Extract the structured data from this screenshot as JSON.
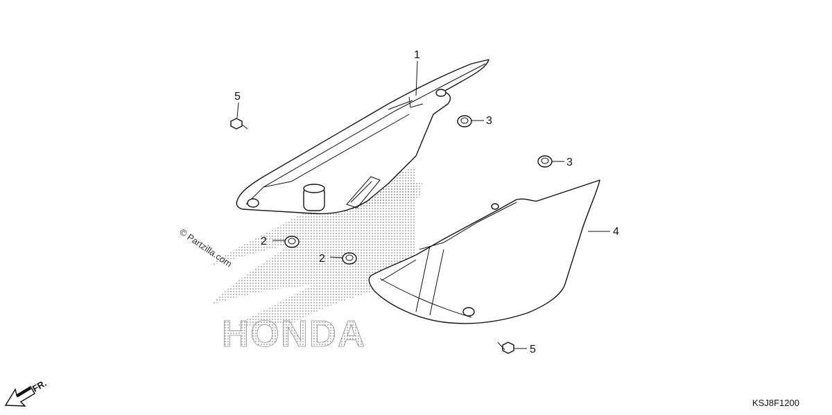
{
  "callouts": {
    "part_1": "1",
    "part_2a": "2",
    "part_2b": "2",
    "part_3a": "3",
    "part_3b": "3",
    "part_4": "4",
    "part_5a": "5",
    "part_5b": "5"
  },
  "watermark": "© Partzilla.com",
  "logo_text": "HONDA",
  "direction_label": "FR.",
  "diagram_code": "KSJ8F1200"
}
